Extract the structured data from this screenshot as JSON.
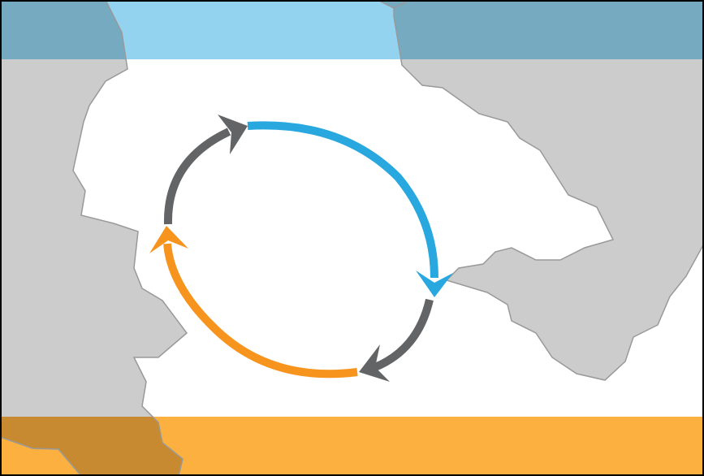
{
  "diagram": {
    "colors": {
      "water": "#ffffff",
      "land": "#cccccc",
      "land_outline": "#999999",
      "top_band": "#93d3ef",
      "top_band_land": "#76aac0",
      "bottom_band": "#fbb040",
      "bottom_band_land": "#c88a30",
      "arrow_blue": "#29a8e0",
      "arrow_gray": "#636466",
      "arrow_orange": "#f7941d",
      "border": "#000000"
    },
    "arrows": [
      {
        "name": "blue-arrow",
        "color": "arrow_blue",
        "direction": "clockwise"
      },
      {
        "name": "gray-arrow-right",
        "color": "arrow_gray",
        "direction": "clockwise"
      },
      {
        "name": "orange-arrow",
        "color": "arrow_orange",
        "direction": "clockwise"
      },
      {
        "name": "gray-arrow-left",
        "color": "arrow_gray",
        "direction": "clockwise"
      }
    ]
  }
}
